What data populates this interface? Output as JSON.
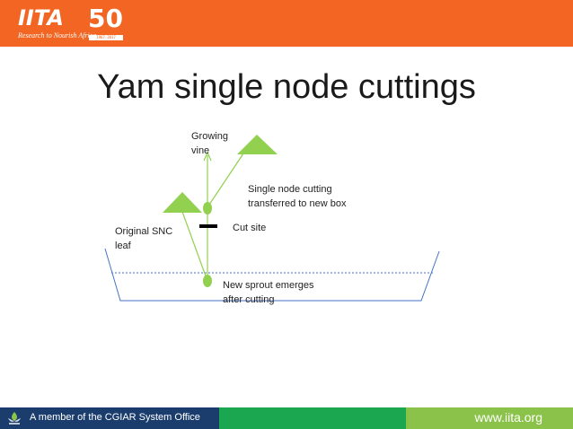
{
  "header": {
    "logo_text": "IITA",
    "logo_tagline": "Research to Nourish Africa",
    "anniversary_text": "50",
    "anniversary_years": "1967-2017",
    "bar_color": "#f26522"
  },
  "slide": {
    "title": "Yam single node cuttings"
  },
  "diagram": {
    "labels": {
      "growing_vine": "Growing\nvine",
      "single_node_cutting": "Single node cutting\ntransferred to new box",
      "cut_site": "Cut site",
      "original_snc_leaf": "Original SNC\nleaf",
      "new_sprout": "New sprout emerges\nafter cutting"
    },
    "colors": {
      "leaf": "#92d050",
      "box": "#4472c4",
      "cut_mark": "#000000"
    }
  },
  "footer": {
    "member_text": "A member of the CGIAR System Office",
    "url": "www.iita.org",
    "colors": {
      "blue": "#1b3d6d",
      "green": "#1aa750",
      "lime": "#8bc34a"
    }
  }
}
